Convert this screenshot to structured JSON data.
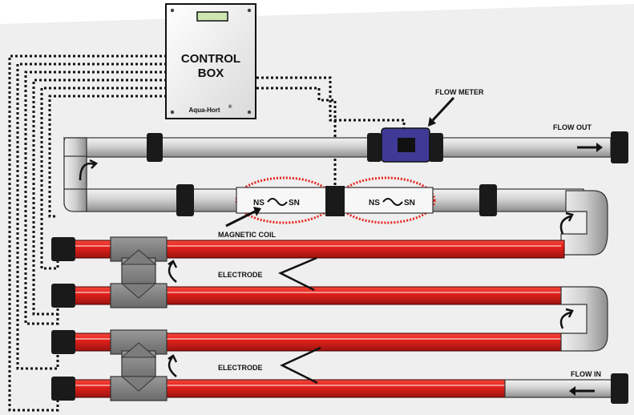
{
  "control_box": {
    "title_line1": "CONTROL",
    "title_line2": "BOX",
    "brand": "Aqua-Hort",
    "brand_mark": "®"
  },
  "labels": {
    "flow_meter": "FLOW METER",
    "flow_out": "FLOW OUT",
    "flow_in": "FLOW IN",
    "magnetic_coil": "MAGNETIC COIL",
    "electrode_upper": "ELECTRODE",
    "electrode_lower": "ELECTRODE",
    "coil_left": "NS",
    "coil_left_b": "SN",
    "coil_right": "NS",
    "coil_right_b": "SN"
  },
  "colors": {
    "pipe_grey": "#c9c9c9",
    "electrode_red": "#e8221c",
    "flow_meter_blue": "#3f3a96",
    "coil_field_red": "#e8221c",
    "wire": "#111111"
  },
  "icons": {
    "display": "lcd-display-icon",
    "screws": "screw-icon",
    "arrows": "arrow-icon",
    "flow_arrows": "curved-arrow-icon"
  }
}
